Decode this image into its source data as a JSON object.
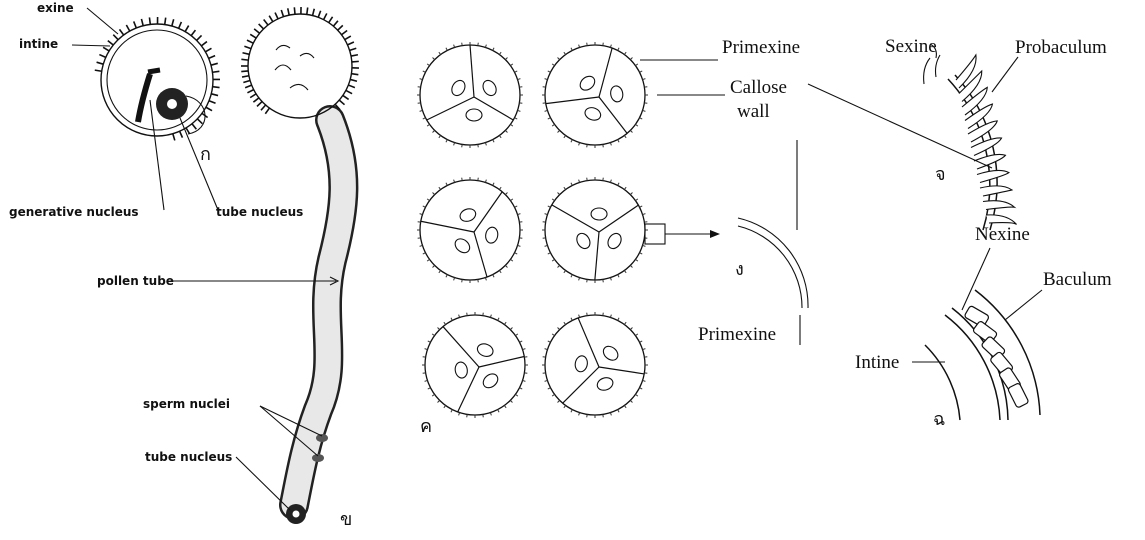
{
  "panel_a": {
    "exine": "exine",
    "intine": "intine",
    "generative_nucleus": "generative nucleus",
    "tube_nucleus": "tube nucleus",
    "letter": "ก"
  },
  "panel_b": {
    "pollen_tube": "pollen tube",
    "sperm_nuclei": "sperm nuclei",
    "tube_nucleus": "tube nucleus",
    "letter": "ข"
  },
  "panel_c": {
    "primexine": "Primexine",
    "callose_wall_1": "Callose",
    "callose_wall_2": "wall",
    "letter": "ค"
  },
  "panel_d": {
    "primexine": "Primexine",
    "letter": "ง"
  },
  "panel_e": {
    "sexine": "Sexine",
    "probaculum": "Probaculum",
    "letter": "จ"
  },
  "panel_f": {
    "nexine": "Nexine",
    "baculum": "Baculum",
    "intine": "Intine",
    "letter": "ฉ"
  }
}
